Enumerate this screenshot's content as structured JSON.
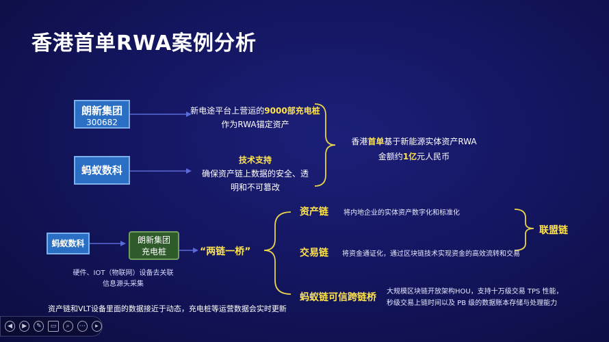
{
  "title": "香港首单RWA案例分析",
  "top": {
    "box1": {
      "name": "朗新集团",
      "code": "300682"
    },
    "box2": {
      "name": "蚂蚁数科"
    },
    "text1": {
      "pre": "新电途平台上营运的",
      "hl": "9000部充电桩",
      "line2": "作为RWA锚定资产"
    },
    "text2": {
      "hl": "技术支持",
      "line2": "确保资产链上数据的安全、透",
      "line3": "明和不可篡改"
    },
    "result": {
      "pre": "香港",
      "hl1": "首单",
      "mid": "基于新能源实体资产RWA",
      "line2_pre": "金额约",
      "hl2": "1亿",
      "line2_post": "元人民币"
    }
  },
  "bottom": {
    "ant_box": "蚂蚁数科",
    "lang_box": {
      "line1": "朗新集团",
      "line2": "充电桩"
    },
    "caption": {
      "line1": "硬件、IOT（物联网）设备去关联",
      "line2": "信息源头采集"
    },
    "two_chain": "“两链一桥”",
    "chains": [
      {
        "label": "资产链",
        "desc": "将内地企业的实体资产数字化和标准化"
      },
      {
        "label": "交易链",
        "desc": "将资金通证化，通过区块链技术实现资金的高效流转和交易"
      },
      {
        "label": "蚂蚁链可信跨链桥",
        "desc1": "大规模区块链开放架构HOU，支持十万级交易 TPS 性能，",
        "desc2": "秒级交易上链时间以及 PB 级的数据账本存储与处理能力"
      }
    ],
    "alliance": "联盟链",
    "footer": "资产链和VLT设备里面的数据接近于动态，充电桩等运营数据会实时更新"
  },
  "toolbar": {
    "icons": [
      "prev-icon",
      "next-icon",
      "pen-icon",
      "slides-icon",
      "search-icon",
      "more-icon",
      "play-icon"
    ]
  },
  "colors": {
    "background": "#141661",
    "highlight": "#ffe44d",
    "blue_box": "#2a6fc4",
    "green_box": "#2f5a2a",
    "bracket": "#e8d44d"
  }
}
